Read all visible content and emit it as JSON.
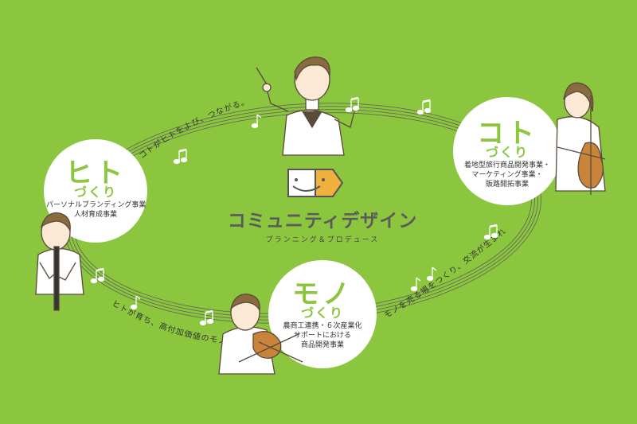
{
  "brand": {
    "title": "コミュニティデザイン",
    "subtitle": "プランニング＆プロデュース"
  },
  "nodes": {
    "hito": {
      "title": "ヒト",
      "subtitle": "づくり",
      "desc": [
        "パーソナルブランディング事業",
        "人材育成事業"
      ]
    },
    "koto": {
      "title": "コト",
      "subtitle": "づくり",
      "desc": [
        "着地型旅行商品開発事業・",
        "マーケティング事業・",
        "販路開拓事業"
      ]
    },
    "mono": {
      "title": "モノ",
      "subtitle": "づくり",
      "desc": [
        "農商工連携・６次産業化",
        "サポートにおける",
        "商品開発事業"
      ]
    }
  },
  "arcs": {
    "top_left": "コトがヒトをよび、つながる。",
    "bottom_right": "モノを売る場をつくり、交流が生まれる。",
    "bottom_left": "ヒトが育ち、高付加価値のモノを生む。"
  },
  "colors": {
    "background": "#8cc63f",
    "accent": "#8cc63f",
    "logo_orange": "#f0b13c",
    "text_dark": "#555555"
  }
}
